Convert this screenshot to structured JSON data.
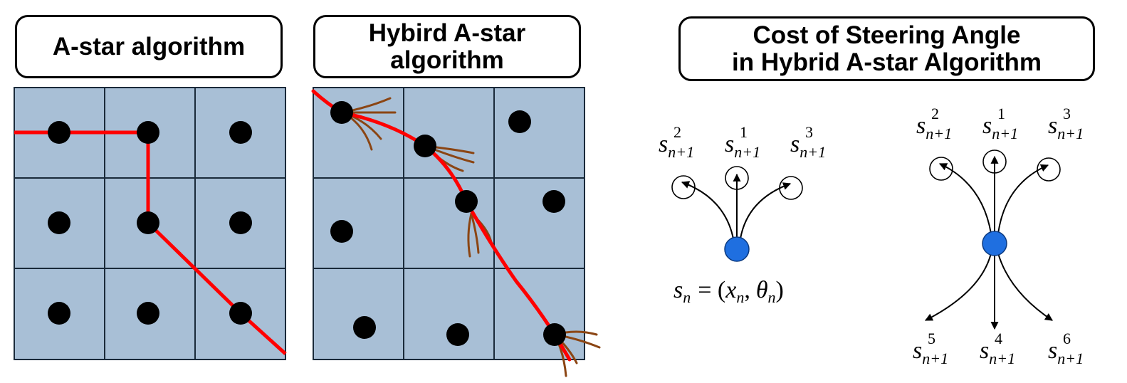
{
  "panels": {
    "astar": {
      "title": "A-star algorithm"
    },
    "hybrid": {
      "title_line1": "Hybird A-star",
      "title_line2": "algorithm"
    },
    "steering": {
      "title_line1": "Cost of Steering Angle",
      "title_line2": "in Hybrid A-star Algorithm"
    }
  },
  "labels": {
    "s": "s",
    "n_plus_1": "n+1",
    "sup_1": "1",
    "sup_2": "2",
    "sup_3": "3",
    "sup_4": "4",
    "sup_5": "5",
    "sup_6": "6",
    "s_n": "s",
    "n": "n",
    "eq_open": "= (",
    "x": "x",
    "comma": ",",
    "theta": "θ",
    "close": ")"
  },
  "colors": {
    "grid_fill": "#a8bfd6",
    "grid_line": "#1a2a3a",
    "path": "#ff0000",
    "node": "#000000",
    "motion_primitive": "#8b4513",
    "state_node": "#1f6fe0"
  }
}
